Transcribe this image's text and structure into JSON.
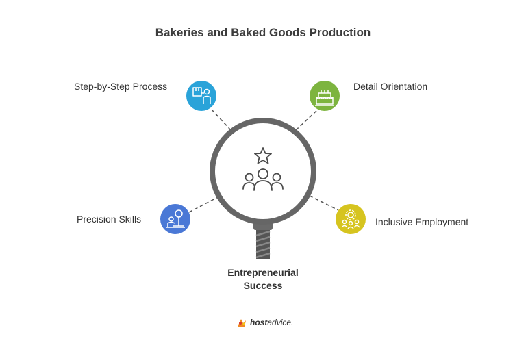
{
  "title": "Bakeries and Baked Goods Production",
  "center": {
    "line1": "Entrepreneurial",
    "line2": "Success",
    "icon": "people-star-icon"
  },
  "nodes": [
    {
      "label": "Step-by-Step Process",
      "color": "#2aa3d9",
      "icon": "package-person-icon"
    },
    {
      "label": "Detail Orientation",
      "color": "#7db43f",
      "icon": "cake-icon"
    },
    {
      "label": "Precision Skills",
      "color": "#4a78d6",
      "icon": "scale-person-icon"
    },
    {
      "label": "Inclusive Employment",
      "color": "#d6c41f",
      "icon": "group-gear-icon"
    }
  ],
  "logo": {
    "brand_bold": "host",
    "brand_rest": "advice."
  }
}
